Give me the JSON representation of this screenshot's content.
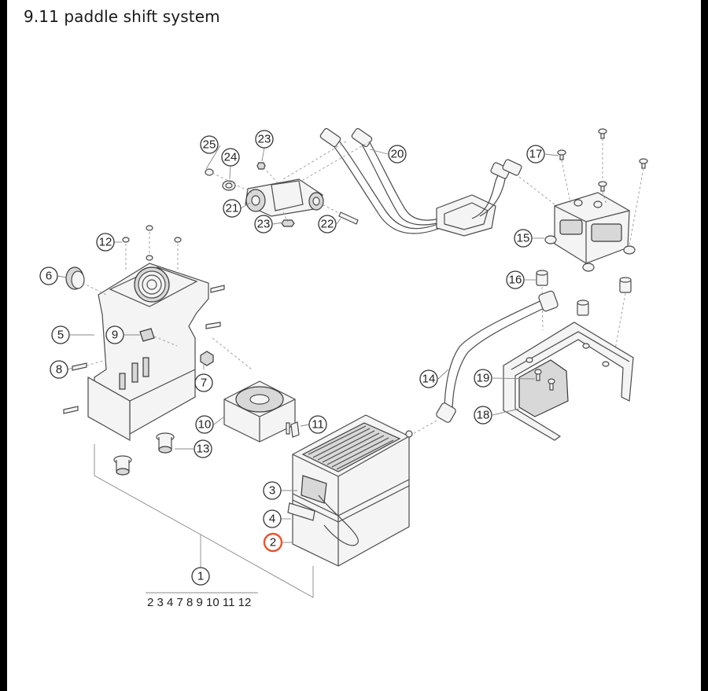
{
  "title": "9.11  paddle shift system",
  "callouts": [
    {
      "label": "1"
    },
    {
      "label": "2"
    },
    {
      "label": "3"
    },
    {
      "label": "4"
    },
    {
      "label": "5"
    },
    {
      "label": "6"
    },
    {
      "label": "7"
    },
    {
      "label": "8"
    },
    {
      "label": "9"
    },
    {
      "label": "10"
    },
    {
      "label": "11"
    },
    {
      "label": "12"
    },
    {
      "label": "13"
    },
    {
      "label": "14"
    },
    {
      "label": "15"
    },
    {
      "label": "16"
    },
    {
      "label": "17"
    },
    {
      "label": "18"
    },
    {
      "label": "19"
    },
    {
      "label": "20"
    },
    {
      "label": "21"
    },
    {
      "label": "22"
    },
    {
      "label": "23"
    },
    {
      "label": "23"
    },
    {
      "label": "24"
    },
    {
      "label": "25"
    }
  ],
  "highlighted_callout": "2",
  "highlight_color": "#e8542a",
  "assembly": {
    "label": "1",
    "subparts": "2 3 4 7 8 9 10 11 12"
  }
}
